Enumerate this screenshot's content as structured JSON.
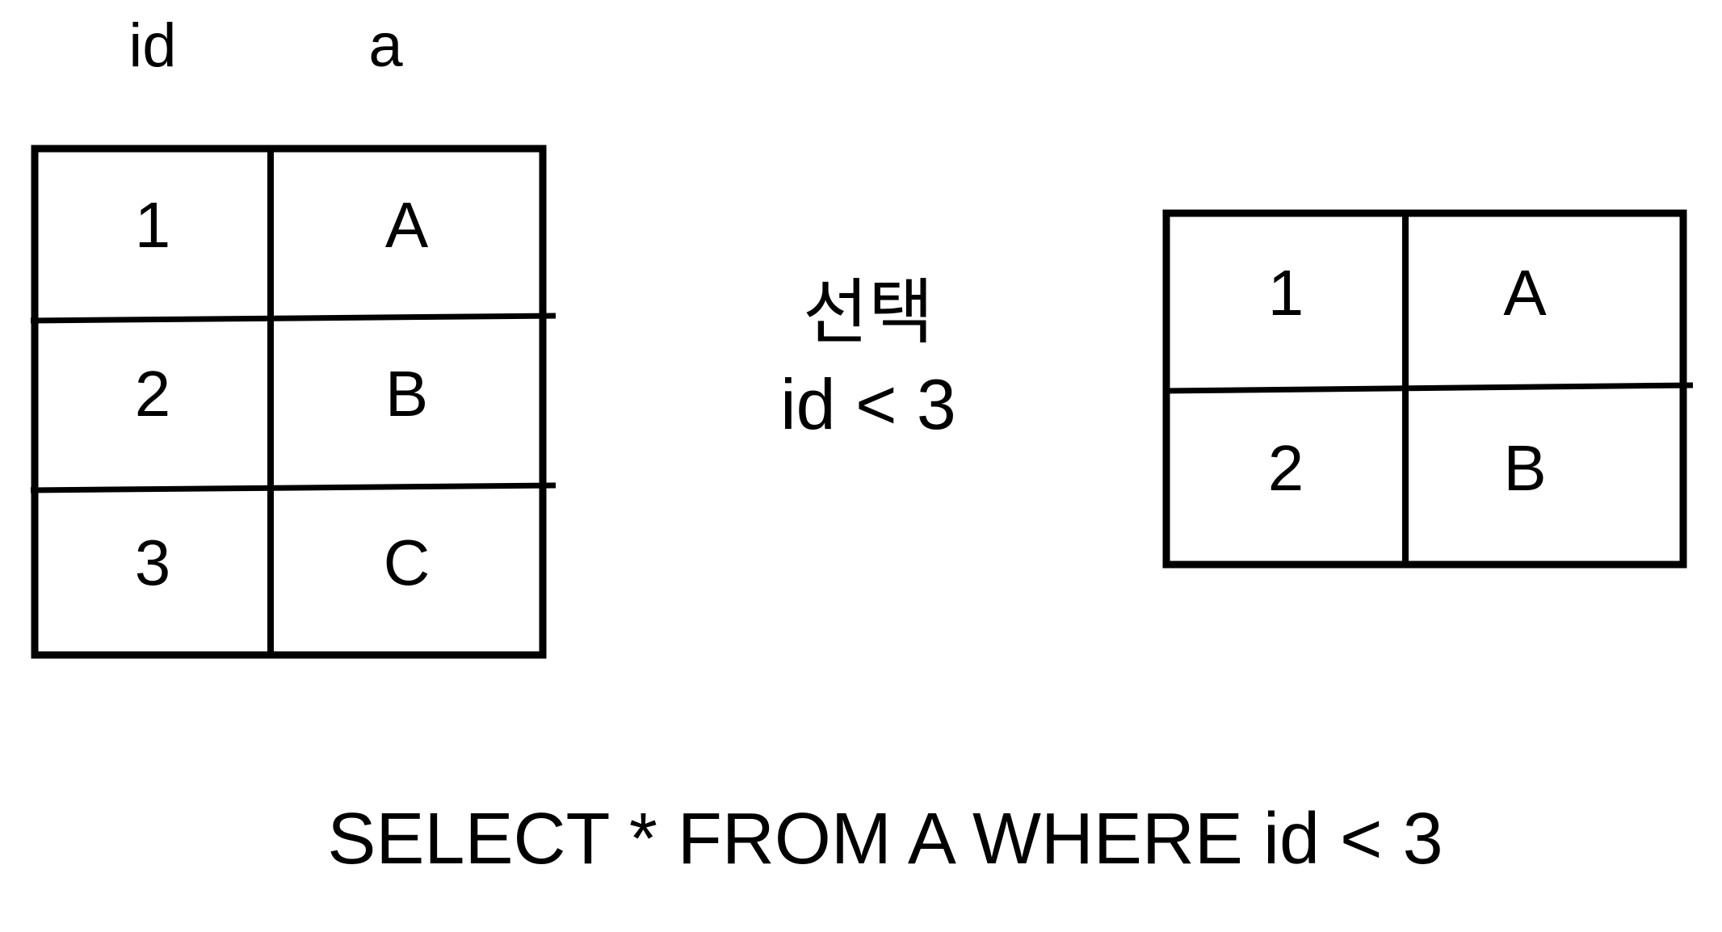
{
  "diagram": {
    "source_table": {
      "headers": [
        "id",
        "a"
      ],
      "rows": [
        [
          "1",
          "A"
        ],
        [
          "2",
          "B"
        ],
        [
          "3",
          "C"
        ]
      ]
    },
    "operation": {
      "label_korean": "선택",
      "condition": "id < 3"
    },
    "result_table": {
      "rows": [
        [
          "1",
          "A"
        ],
        [
          "2",
          "B"
        ]
      ]
    },
    "caption": "SELECT * FROM A WHERE id < 3"
  },
  "colors": {
    "ink": "#000000",
    "background": "#ffffff"
  }
}
